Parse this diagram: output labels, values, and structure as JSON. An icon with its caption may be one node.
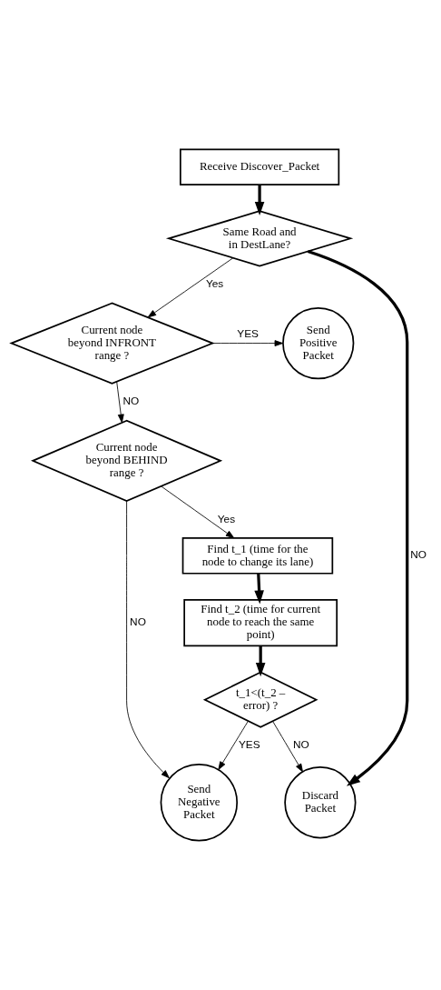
{
  "diagram": {
    "nodes": [
      {
        "text": [
          "Receive Discover_Packet"
        ]
      },
      {
        "text": [
          "Same Road and in DestLane?"
        ]
      },
      {
        "text": [
          "Send Positive Packet"
        ]
      },
      {
        "text": [
          "Current node beyond INFRONT range ?"
        ]
      },
      {
        "text": [
          "Current node beyond BEHIND range ?"
        ]
      },
      {
        "text": [
          "Find t_1 (time for the node to change its lane)"
        ]
      },
      {
        "text": [
          "Find t_2 (time for current node to reach the same point)"
        ]
      },
      {
        "text": [
          "t_1<(t_2 – error) ?"
        ]
      },
      {
        "text": [
          "Discard Packet"
        ]
      },
      {
        "text": [
          "Send Negative Packet"
        ]
      }
    ],
    "edges": [
      {
        "from": 0,
        "to": 1,
        "arrow": "to",
        "style": "thick"
      },
      {
        "from": 1,
        "to": 3,
        "arrow": "to",
        "label": "Yes"
      },
      {
        "from": 1,
        "to": 8,
        "arrow": "to",
        "label": "NO",
        "style": "thick"
      },
      {
        "from": 3,
        "to": 2,
        "arrow": "to",
        "label": "YES"
      },
      {
        "from": 3,
        "to": 4,
        "arrow": "to",
        "label": "NO"
      },
      {
        "from": 4,
        "to": 9,
        "arrow": "to",
        "label": "NO"
      },
      {
        "from": 4,
        "to": 5,
        "arrow": "to",
        "label": "Yes"
      },
      {
        "from": 5,
        "to": 6,
        "arrow": "to",
        "style": "thick"
      },
      {
        "from": 6,
        "to": 7,
        "arrow": "to",
        "style": "thick"
      },
      {
        "from": 7,
        "to": 8,
        "arrow": "to",
        "label": "NO"
      },
      {
        "from": 7,
        "to": 9,
        "arrow": "to",
        "label": "YES"
      }
    ]
  }
}
